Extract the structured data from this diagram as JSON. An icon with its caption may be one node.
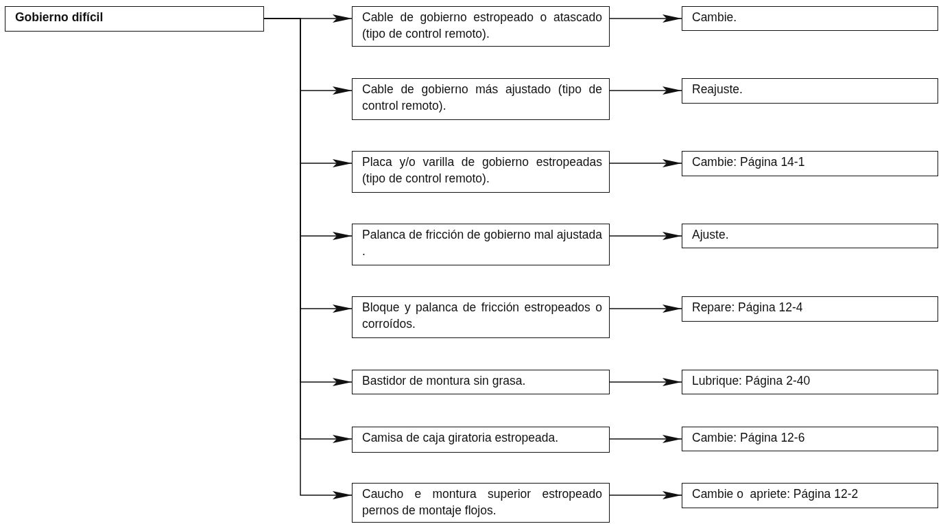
{
  "diagram": {
    "nodes": [
      {
        "text": [
          "Gobierno difícil"
        ]
      },
      {
        "text": [
          "Cable de gobierno estropeado o atascado (tipo de control remoto)."
        ]
      },
      {
        "text": [
          "Cambie."
        ]
      },
      {
        "text": [
          "Cable de gobierno más ajustado (tipo de control remoto)."
        ]
      },
      {
        "text": [
          "Reajuste."
        ]
      },
      {
        "text": [
          "Placa y/o varilla de gobierno estropeadas (tipo de control remoto)."
        ]
      },
      {
        "text": [
          "Cambie: Página 14-1"
        ]
      },
      {
        "text": [
          "Palanca de fricción de gobierno mal ajustada ."
        ]
      },
      {
        "text": [
          "Ajuste."
        ]
      },
      {
        "text": [
          "Bloque y palanca de fricción estropeados o corroídos."
        ]
      },
      {
        "text": [
          "Repare: Página 12-4"
        ]
      },
      {
        "text": [
          "Bastidor de montura sin grasa."
        ]
      },
      {
        "text": [
          "Lubrique: Página 2-40"
        ]
      },
      {
        "text": [
          "Camisa de caja giratoria estropeada."
        ]
      },
      {
        "text": [
          "Cambie: Página 12-6"
        ]
      },
      {
        "text": [
          "Caucho e montura superior estropeado pernos de montaje flojos."
        ]
      },
      {
        "text": [
          "Cambie o  apriete: Página 12-2"
        ]
      }
    ],
    "edges": [
      {
        "from": 0,
        "to": 1,
        "arrow": "to"
      },
      {
        "from": 1,
        "to": 2,
        "arrow": "to"
      },
      {
        "from": 0,
        "to": 3,
        "arrow": "to"
      },
      {
        "from": 3,
        "to": 4,
        "arrow": "to"
      },
      {
        "from": 0,
        "to": 5,
        "arrow": "to"
      },
      {
        "from": 5,
        "to": 6,
        "arrow": "to"
      },
      {
        "from": 0,
        "to": 7,
        "arrow": "to"
      },
      {
        "from": 7,
        "to": 8,
        "arrow": "to"
      },
      {
        "from": 0,
        "to": 9,
        "arrow": "to"
      },
      {
        "from": 9,
        "to": 10,
        "arrow": "to"
      },
      {
        "from": 0,
        "to": 11,
        "arrow": "to"
      },
      {
        "from": 11,
        "to": 12,
        "arrow": "to"
      },
      {
        "from": 0,
        "to": 13,
        "arrow": "to"
      },
      {
        "from": 13,
        "to": 14,
        "arrow": "to"
      },
      {
        "from": 0,
        "to": 15,
        "arrow": "to"
      },
      {
        "from": 15,
        "to": 16,
        "arrow": "to"
      }
    ]
  }
}
